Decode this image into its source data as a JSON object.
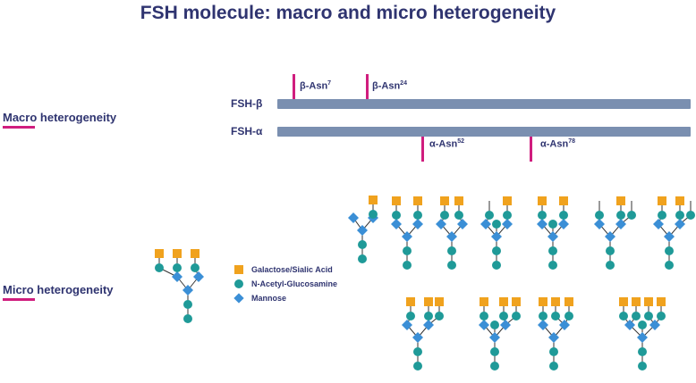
{
  "title": "FSH molecule: macro and micro heterogeneity",
  "macro": {
    "label_bold": "Macro",
    "label_rest": " heterogeneity",
    "chains": [
      {
        "name": "FSH-β"
      },
      {
        "name": "FSH-α"
      }
    ],
    "sites": [
      {
        "prefix": "β-Asn",
        "pos": "7"
      },
      {
        "prefix": "β-Asn",
        "pos": "24"
      },
      {
        "prefix": "α-Asn",
        "pos": "52"
      },
      {
        "prefix": "α-Asn",
        "pos": "78"
      }
    ]
  },
  "micro": {
    "label_bold": "Micro",
    "label_rest": " heterogeneity"
  },
  "legend": {
    "items": [
      {
        "label": "Galactose/Sialic Acid",
        "shape": "square"
      },
      {
        "label": "N-Acetyl-Glucosamine",
        "shape": "circle"
      },
      {
        "label": "Mannose",
        "shape": "diamond"
      }
    ]
  },
  "colors": {
    "galactose": "#f0a21e",
    "glcnac": "#1f9a98",
    "mannose": "#3b8fd6",
    "accent": "#d01d7e",
    "bar": "#7a8fb0",
    "text": "#2f3470"
  }
}
